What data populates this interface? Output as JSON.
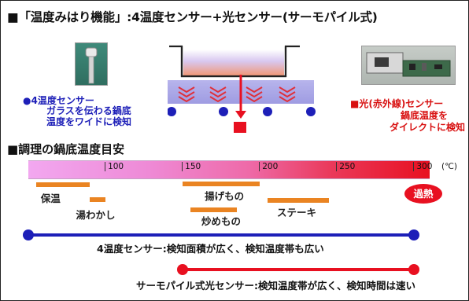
{
  "title": "■「温度みはり機能」:4温度センサー+光センサー(サーモパイル式)",
  "left_sensor": {
    "heading": "●4温度センサー",
    "lines": [
      "ガラスを伝わる鍋底",
      "温度をワイドに検知"
    ]
  },
  "right_sensor": {
    "heading": "■光(赤外線)センサー",
    "lines": [
      "鍋底温度を",
      "ダイレクトに検知"
    ]
  },
  "section_heading": "■調理の鍋底温度目安",
  "scale": {
    "min": 50,
    "max": 310,
    "ticks": [
      {
        "value": 100,
        "label": "100"
      },
      {
        "value": 150,
        "label": "150"
      },
      {
        "value": 200,
        "label": "200"
      },
      {
        "value": 250,
        "label": "250"
      },
      {
        "value": 300,
        "label": "300"
      }
    ],
    "unit": "(℃)"
  },
  "cooking": [
    {
      "label": "保温",
      "start": 55,
      "end": 90
    },
    {
      "label": "湯わかし",
      "start": 90,
      "end": 100
    },
    {
      "label": "揚げもの",
      "start": 150,
      "end": 200
    },
    {
      "label": "炒めもの",
      "start": 155,
      "end": 185
    },
    {
      "label": "ステーキ",
      "start": 205,
      "end": 245
    }
  ],
  "overheat_label": "過熱",
  "sensor_ranges": [
    {
      "label": "4温度センサー:検知面積が広く、検知温度帯も広い",
      "start": 50,
      "end": 300,
      "color": "#1d1fb8"
    },
    {
      "label": "サーモパイル式光センサー:検知温度帯が広く、検知時間は速い",
      "start": 150,
      "end": 300,
      "color": "#e81020"
    }
  ],
  "colors": {
    "blue": "#1d1fb8",
    "red": "#e81020",
    "orange": "#ea8422"
  },
  "icons": [
    "sensor-probe-photo",
    "sensor-board-photo",
    "pan-icon",
    "hob-plate",
    "heat-wave-icon",
    "temperature-sensor-dot",
    "infrared-arrow"
  ]
}
